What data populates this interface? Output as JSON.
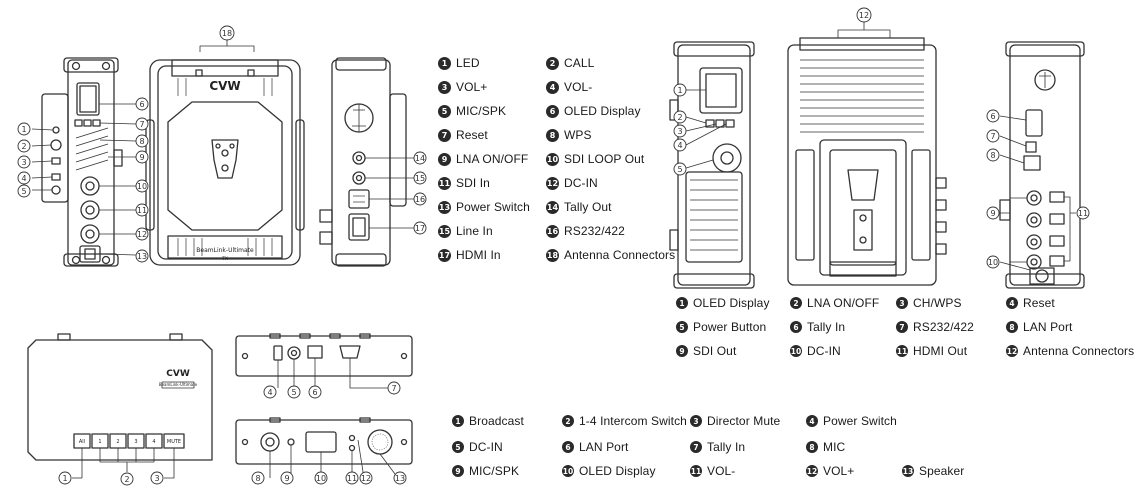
{
  "brand_logo": "CVW",
  "product_label": "BeamLink-Ultimate",
  "product_badge": "TX",
  "tx_legend": [
    {
      "n": "1",
      "label": "LED"
    },
    {
      "n": "2",
      "label": "CALL"
    },
    {
      "n": "3",
      "label": "VOL+"
    },
    {
      "n": "4",
      "label": "VOL-"
    },
    {
      "n": "5",
      "label": "MIC/SPK"
    },
    {
      "n": "6",
      "label": "OLED Display"
    },
    {
      "n": "7",
      "label": "Reset"
    },
    {
      "n": "8",
      "label": "WPS"
    },
    {
      "n": "9",
      "label": "LNA ON/OFF"
    },
    {
      "n": "10",
      "label": "SDI LOOP Out"
    },
    {
      "n": "11",
      "label": "SDI In"
    },
    {
      "n": "12",
      "label": "DC-IN"
    },
    {
      "n": "13",
      "label": "Power Switch"
    },
    {
      "n": "14",
      "label": "Tally Out"
    },
    {
      "n": "15",
      "label": "Line In"
    },
    {
      "n": "16",
      "label": "RS232/422"
    },
    {
      "n": "17",
      "label": "HDMI In"
    },
    {
      "n": "18",
      "label": "Antenna Connectors"
    }
  ],
  "rx_legend": [
    {
      "n": "1",
      "label": "OLED Display"
    },
    {
      "n": "2",
      "label": "LNA ON/OFF"
    },
    {
      "n": "3",
      "label": "CH/WPS"
    },
    {
      "n": "4",
      "label": "Reset"
    },
    {
      "n": "5",
      "label": "Power Button"
    },
    {
      "n": "6",
      "label": "Tally In"
    },
    {
      "n": "7",
      "label": "RS232/422"
    },
    {
      "n": "8",
      "label": "LAN Port"
    },
    {
      "n": "9",
      "label": "SDI Out"
    },
    {
      "n": "10",
      "label": "DC-IN"
    },
    {
      "n": "11",
      "label": "HDMI Out"
    },
    {
      "n": "12",
      "label": "Antenna Connectors"
    }
  ],
  "base_legend": [
    {
      "n": "1",
      "label": "Broadcast"
    },
    {
      "n": "2",
      "label": "1-4 Intercom Switch"
    },
    {
      "n": "3",
      "label": "Director Mute"
    },
    {
      "n": "4",
      "label": "Power Switch"
    },
    {
      "n": "5",
      "label": "DC-IN"
    },
    {
      "n": "6",
      "label": "LAN Port"
    },
    {
      "n": "7",
      "label": "Tally In"
    },
    {
      "n": "8",
      "label": "MIC"
    },
    {
      "n": "9",
      "label": "MIC/SPK"
    },
    {
      "n": "10",
      "label": "OLED Display"
    },
    {
      "n": "11",
      "label": "VOL-"
    },
    {
      "n": "12",
      "label": "VOL+"
    },
    {
      "n": "13",
      "label": "Speaker"
    }
  ],
  "console_buttons": [
    "All",
    "1",
    "2",
    "3",
    "4",
    "MUTE"
  ]
}
